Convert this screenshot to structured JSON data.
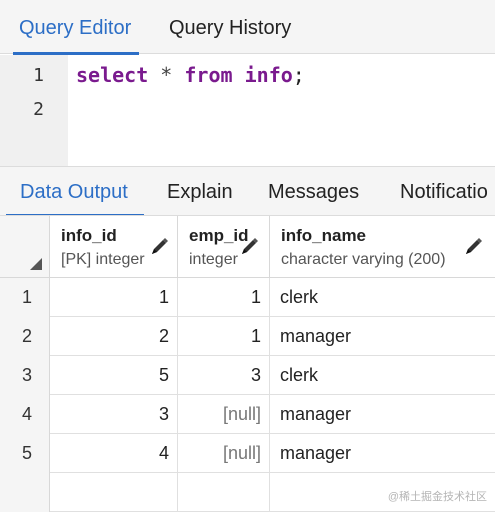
{
  "top_tabs": {
    "query_editor": "Query Editor",
    "query_history": "Query History"
  },
  "editor": {
    "line_numbers": [
      "1",
      "2"
    ],
    "tokens": {
      "select": "select",
      "star": "*",
      "from": "from",
      "table": "info",
      "semicolon": ";"
    }
  },
  "output_tabs": {
    "data_output": "Data Output",
    "explain": "Explain",
    "messages": "Messages",
    "notifications": "Notificatio"
  },
  "grid": {
    "columns": [
      {
        "name": "info_id",
        "type": "[PK] integer"
      },
      {
        "name": "emp_id",
        "type": "integer"
      },
      {
        "name": "info_name",
        "type": "character varying (200)"
      }
    ],
    "rows": [
      {
        "num": "1",
        "info_id": "1",
        "emp_id": "1",
        "info_name": "clerk"
      },
      {
        "num": "2",
        "info_id": "2",
        "emp_id": "1",
        "info_name": "manager"
      },
      {
        "num": "3",
        "info_id": "5",
        "emp_id": "3",
        "info_name": "clerk"
      },
      {
        "num": "4",
        "info_id": "3",
        "emp_id": "[null]",
        "info_name": "manager"
      },
      {
        "num": "5",
        "info_id": "4",
        "emp_id": "[null]",
        "info_name": "manager"
      }
    ]
  },
  "colors": {
    "accent": "#2c6ec6",
    "keyword": "#7a1a8e"
  },
  "watermark": "@稀土掘金技术社区"
}
